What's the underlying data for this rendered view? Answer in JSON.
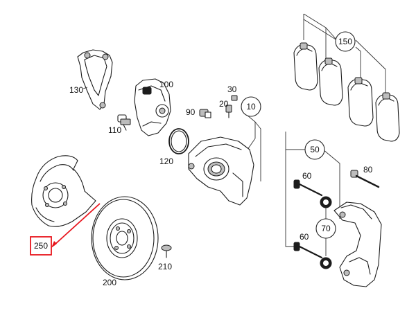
{
  "labels": {
    "p10": "10",
    "p20": "20",
    "p30": "30",
    "p50": "50",
    "p60a": "60",
    "p60b": "60",
    "p70": "70",
    "p80": "80",
    "p90": "90",
    "p100": "100",
    "p110": "110",
    "p120": "120",
    "p130": "130",
    "p150": "150",
    "p200": "200",
    "p210": "210",
    "p250": "250"
  },
  "highlight": {
    "part": "250",
    "color": "#e8141c"
  }
}
